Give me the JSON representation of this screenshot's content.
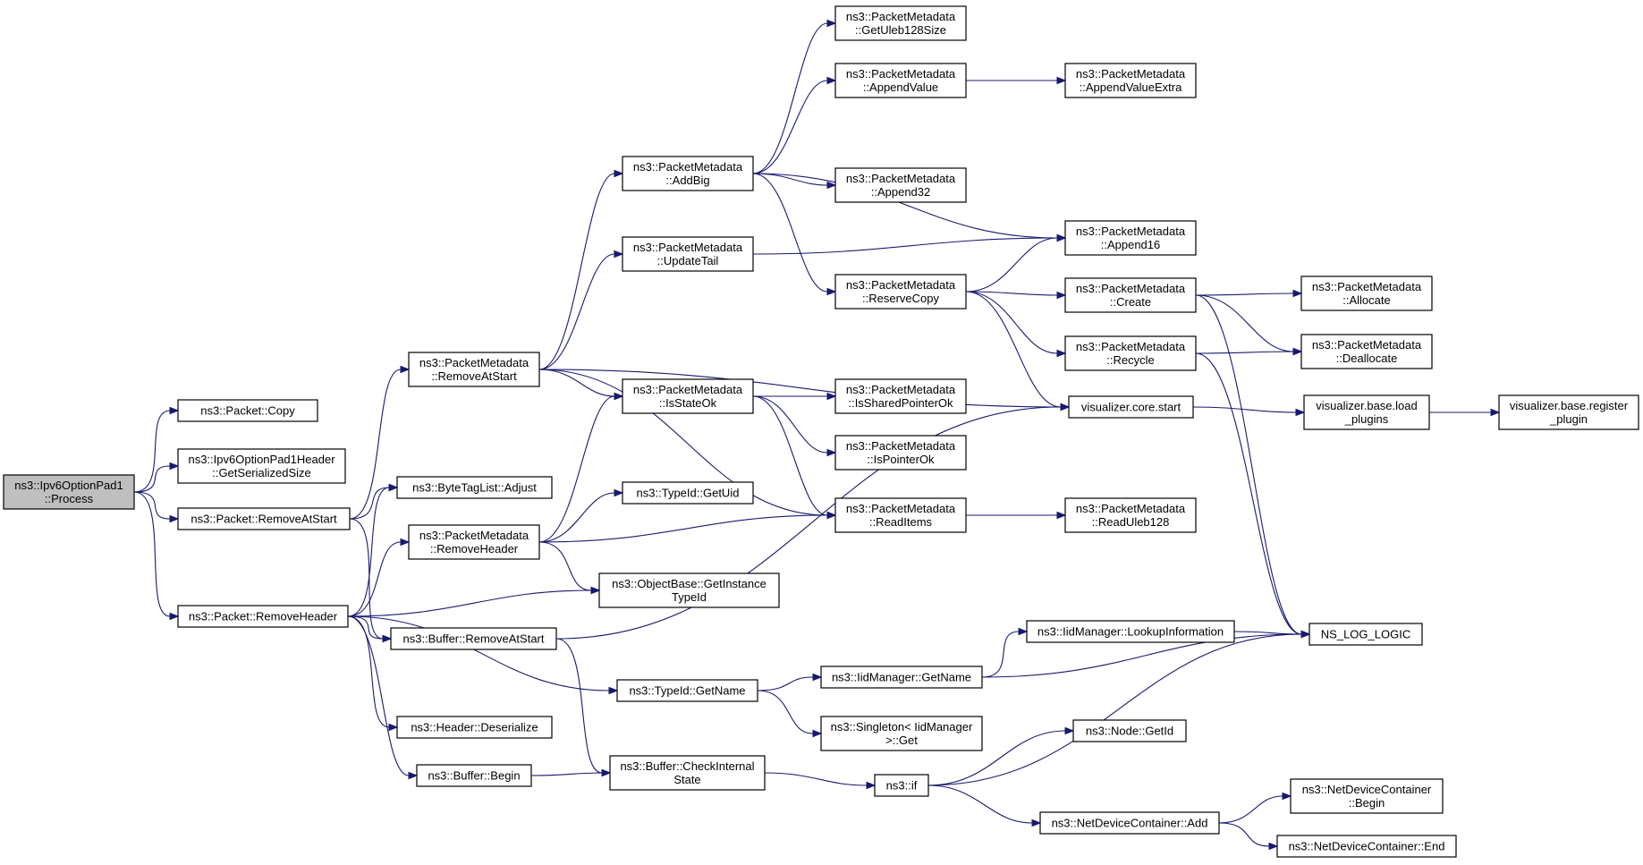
{
  "graph": {
    "type": "call-graph",
    "nodes": [
      {
        "id": "root",
        "lines": [
          "ns3::Ipv6OptionPad1",
          "::Process"
        ],
        "highlighted": true
      },
      {
        "id": "pcopy",
        "lines": [
          "ns3::Packet::Copy"
        ]
      },
      {
        "id": "gss",
        "lines": [
          "ns3::Ipv6OptionPad1Header",
          "::GetSerializedSize"
        ]
      },
      {
        "id": "pras",
        "lines": [
          "ns3::Packet::RemoveAtStart"
        ]
      },
      {
        "id": "prh",
        "lines": [
          "ns3::Packet::RemoveHeader"
        ]
      },
      {
        "id": "btla",
        "lines": [
          "ns3::ByteTagList::Adjust"
        ]
      },
      {
        "id": "pmras",
        "lines": [
          "ns3::PacketMetadata",
          "::RemoveAtStart"
        ]
      },
      {
        "id": "pmrh",
        "lines": [
          "ns3::PacketMetadata",
          "::RemoveHeader"
        ]
      },
      {
        "id": "bras",
        "lines": [
          "ns3::Buffer::RemoveAtStart"
        ]
      },
      {
        "id": "hdes",
        "lines": [
          "ns3::Header::Deserialize"
        ]
      },
      {
        "id": "bbeg",
        "lines": [
          "ns3::Buffer::Begin"
        ]
      },
      {
        "id": "addbig",
        "lines": [
          "ns3::PacketMetadata",
          "::AddBig"
        ]
      },
      {
        "id": "updtail",
        "lines": [
          "ns3::PacketMetadata",
          "::UpdateTail"
        ]
      },
      {
        "id": "isstate",
        "lines": [
          "ns3::PacketMetadata",
          "::IsStateOk"
        ]
      },
      {
        "id": "getuid",
        "lines": [
          "ns3::TypeId::GetUid"
        ]
      },
      {
        "id": "obgit",
        "lines": [
          "ns3::ObjectBase::GetInstance",
          "TypeId"
        ]
      },
      {
        "id": "tgname",
        "lines": [
          "ns3::TypeId::GetName"
        ]
      },
      {
        "id": "bcis",
        "lines": [
          "ns3::Buffer::CheckInternal",
          "State"
        ]
      },
      {
        "id": "getuleb",
        "lines": [
          "ns3::PacketMetadata",
          "::GetUleb128Size"
        ]
      },
      {
        "id": "appval",
        "lines": [
          "ns3::PacketMetadata",
          "::AppendValue"
        ]
      },
      {
        "id": "app32",
        "lines": [
          "ns3::PacketMetadata",
          "::Append32"
        ]
      },
      {
        "id": "rescopy",
        "lines": [
          "ns3::PacketMetadata",
          "::ReserveCopy"
        ]
      },
      {
        "id": "isshared",
        "lines": [
          "ns3::PacketMetadata",
          "::IsSharedPointerOk"
        ]
      },
      {
        "id": "isptr",
        "lines": [
          "ns3::PacketMetadata",
          "::IsPointerOk"
        ]
      },
      {
        "id": "readitems",
        "lines": [
          "ns3::PacketMetadata",
          "::ReadItems"
        ]
      },
      {
        "id": "iidget",
        "lines": [
          "ns3::IidManager::GetName"
        ]
      },
      {
        "id": "singleton",
        "lines": [
          "ns3::Singleton< IidManager",
          " >::Get"
        ]
      },
      {
        "id": "nsif",
        "lines": [
          "ns3::if"
        ]
      },
      {
        "id": "appvalex",
        "lines": [
          "ns3::PacketMetadata",
          "::AppendValueExtra"
        ]
      },
      {
        "id": "app16",
        "lines": [
          "ns3::PacketMetadata",
          "::Append16"
        ]
      },
      {
        "id": "create",
        "lines": [
          "ns3::PacketMetadata",
          "::Create"
        ]
      },
      {
        "id": "recycle",
        "lines": [
          "ns3::PacketMetadata",
          "::Recycle"
        ]
      },
      {
        "id": "vcstart",
        "lines": [
          "visualizer.core.start"
        ]
      },
      {
        "id": "readuleb",
        "lines": [
          "ns3::PacketMetadata",
          "::ReadUleb128"
        ]
      },
      {
        "id": "lookup",
        "lines": [
          "ns3::IidManager::LookupInformation"
        ]
      },
      {
        "id": "nodeid",
        "lines": [
          "ns3::Node::GetId"
        ]
      },
      {
        "id": "ndcadd",
        "lines": [
          "ns3::NetDeviceContainer::Add"
        ]
      },
      {
        "id": "alloc",
        "lines": [
          "ns3::PacketMetadata",
          "::Allocate"
        ]
      },
      {
        "id": "dealloc",
        "lines": [
          "ns3::PacketMetadata",
          "::Deallocate"
        ]
      },
      {
        "id": "vbload",
        "lines": [
          "visualizer.base.load",
          "_plugins"
        ]
      },
      {
        "id": "nslog",
        "lines": [
          "NS_LOG_LOGIC"
        ]
      },
      {
        "id": "ndcbegin",
        "lines": [
          "ns3::NetDeviceContainer",
          "::Begin"
        ]
      },
      {
        "id": "ndcend",
        "lines": [
          "ns3::NetDeviceContainer::End"
        ]
      },
      {
        "id": "vbreg",
        "lines": [
          "visualizer.base.register",
          "_plugin"
        ]
      }
    ],
    "edges": [
      [
        "root",
        "pcopy"
      ],
      [
        "root",
        "gss"
      ],
      [
        "root",
        "pras"
      ],
      [
        "root",
        "prh"
      ],
      [
        "pras",
        "btla"
      ],
      [
        "pras",
        "pmras"
      ],
      [
        "pras",
        "bras"
      ],
      [
        "prh",
        "btla"
      ],
      [
        "prh",
        "pmrh"
      ],
      [
        "prh",
        "obgit"
      ],
      [
        "prh",
        "bras"
      ],
      [
        "prh",
        "tgname"
      ],
      [
        "prh",
        "hdes"
      ],
      [
        "prh",
        "bbeg"
      ],
      [
        "pmras",
        "addbig"
      ],
      [
        "pmras",
        "updtail"
      ],
      [
        "pmras",
        "isstate"
      ],
      [
        "pmras",
        "vcstart"
      ],
      [
        "pmras",
        "readitems"
      ],
      [
        "pmrh",
        "isstate"
      ],
      [
        "pmrh",
        "getuid"
      ],
      [
        "pmrh",
        "readitems"
      ],
      [
        "pmrh",
        "obgit"
      ],
      [
        "bras",
        "vcstart"
      ],
      [
        "bras",
        "bcis"
      ],
      [
        "bbeg",
        "bcis"
      ],
      [
        "addbig",
        "getuleb"
      ],
      [
        "addbig",
        "appval"
      ],
      [
        "addbig",
        "app32"
      ],
      [
        "addbig",
        "app16"
      ],
      [
        "addbig",
        "rescopy"
      ],
      [
        "updtail",
        "app16"
      ],
      [
        "isstate",
        "isshared"
      ],
      [
        "isstate",
        "isptr"
      ],
      [
        "isstate",
        "readitems"
      ],
      [
        "tgname",
        "iidget"
      ],
      [
        "tgname",
        "singleton"
      ],
      [
        "bcis",
        "nsif"
      ],
      [
        "appval",
        "appvalex"
      ],
      [
        "rescopy",
        "app16"
      ],
      [
        "rescopy",
        "create"
      ],
      [
        "rescopy",
        "recycle"
      ],
      [
        "rescopy",
        "vcstart"
      ],
      [
        "readitems",
        "readuleb"
      ],
      [
        "iidget",
        "lookup"
      ],
      [
        "iidget",
        "nslog"
      ],
      [
        "nsif",
        "nodeid"
      ],
      [
        "nsif",
        "ndcadd"
      ],
      [
        "nsif",
        "nslog"
      ],
      [
        "create",
        "alloc"
      ],
      [
        "create",
        "dealloc"
      ],
      [
        "create",
        "nslog"
      ],
      [
        "recycle",
        "dealloc"
      ],
      [
        "recycle",
        "nslog"
      ],
      [
        "vcstart",
        "vbload"
      ],
      [
        "vbload",
        "vbreg"
      ],
      [
        "lookup",
        "nslog"
      ],
      [
        "ndcadd",
        "ndcbegin"
      ],
      [
        "ndcadd",
        "ndcend"
      ]
    ]
  }
}
